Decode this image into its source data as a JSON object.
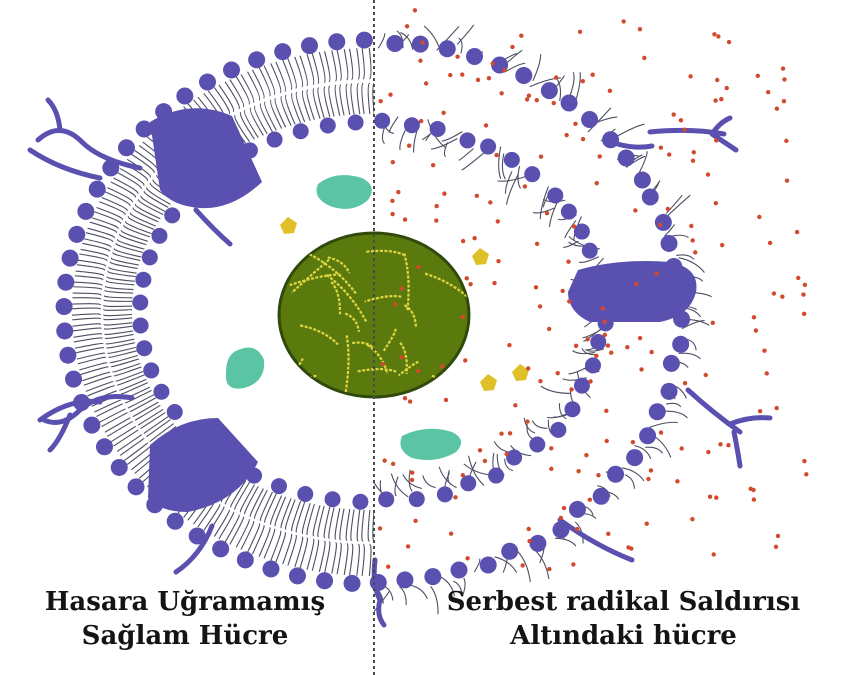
{
  "labels": {
    "left_line1": "Hasara Uğramamış",
    "left_line2": "Sağlam Hücre",
    "right_line1": "Serbest radikal Saldırısı",
    "right_line2": "Altındaki hücre"
  },
  "colors": {
    "membrane": "#5a50b0",
    "tail": "#4e4e62",
    "nucleus_fill": "#5b7a0e",
    "nucleus_edge": "#2f4a0a",
    "chromatin": "#e0d640",
    "organelle": "#5ac4a4",
    "particle": "#e0c028",
    "radical": "#d24a2c",
    "divider": "#4a4a4a"
  }
}
